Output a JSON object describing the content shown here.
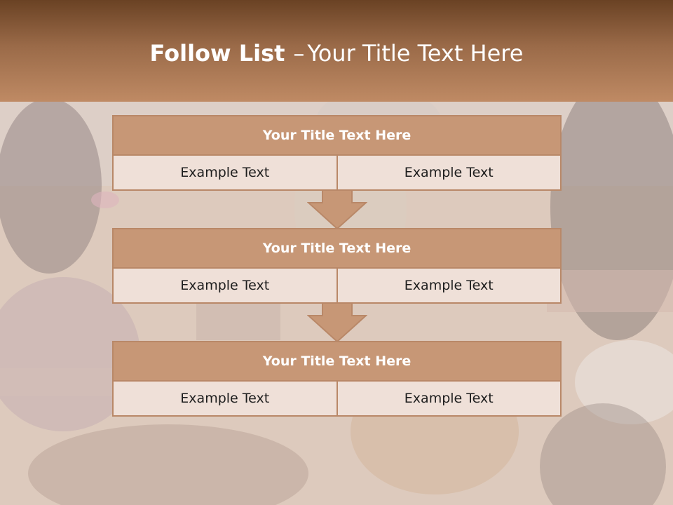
{
  "header": {
    "title_bold": "Follow List",
    "title_separator": "–",
    "title_rest": "Your Title Text Here"
  },
  "blocks": [
    {
      "title": "Your Title Text Here",
      "left_text": "Example Text",
      "right_text": "Example Text"
    },
    {
      "title": "Your Title Text Here",
      "left_text": "Example Text",
      "right_text": "Example Text"
    },
    {
      "title": "Your Title Text Here",
      "left_text": "Example Text",
      "right_text": "Example Text"
    }
  ],
  "colors": {
    "header_dark": "#6a4224",
    "header_light": "#bf8a64",
    "block_title_bg": "#c79776",
    "block_cell_bg": "#efe0d8",
    "block_border": "#b98868"
  }
}
